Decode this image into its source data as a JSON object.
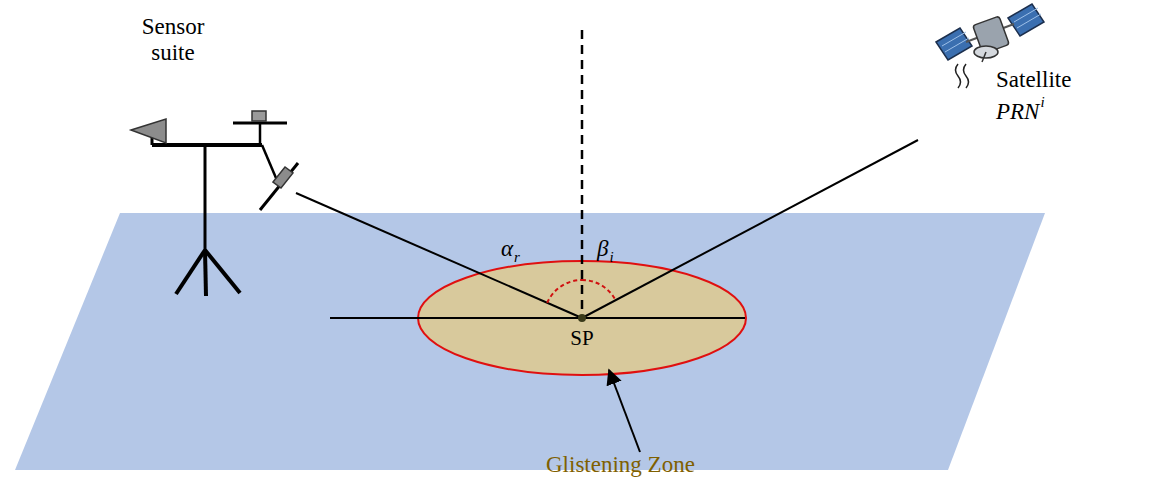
{
  "diagram": {
    "labels": [
      "Sensor suite",
      "Satellite",
      "PRN",
      "i",
      "α",
      "r",
      "β",
      "i",
      "SP",
      "Glistening Zone"
    ]
  }
}
